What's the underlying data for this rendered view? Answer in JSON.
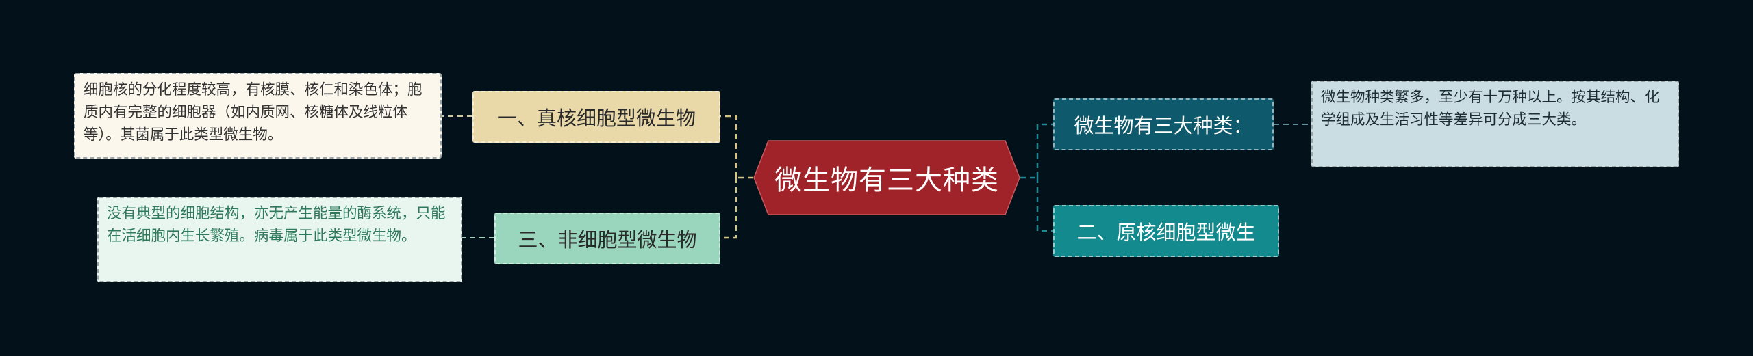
{
  "center": {
    "label": "微生物有三大种类",
    "color": "#a0232a"
  },
  "left_branches": [
    {
      "label": "一、真核细胞型微生物",
      "bg": "#ead9a8",
      "text_color": "#2a2a2a",
      "note": "细胞核的分化程度较高，有核膜、核仁和染色体；胞质内有完整的细胞器（如内质网、核糖体及线粒体等）。其菌属于此类型微生物。",
      "note_bg": "#fbf7ed",
      "note_color": "#333333"
    },
    {
      "label": "三、非细胞型微生物",
      "bg": "#99d6bd",
      "text_color": "#2a2a2a",
      "note": "没有典型的细胞结构，亦无产生能量的酶系统，只能在活细胞内生长繁殖。病毒属于此类型微生物。",
      "note_bg": "#e9f6f0",
      "note_color": "#2f7a5c"
    }
  ],
  "right_branches": [
    {
      "label": "微生物有三大种类：",
      "bg": "#0e5a6c",
      "text_color": "#ffffff",
      "note": "微生物种类繁多，至少有十万种以上。按其结构、化学组成及生活习性等差异可分成三大类。",
      "note_bg": "#c9dde2",
      "note_color": "#1e2e34"
    },
    {
      "label": "二、原核细胞型微生",
      "bg": "#138a8e",
      "text_color": "#ffffff"
    }
  ],
  "link_colors": {
    "left": "#d9c27c",
    "right": "#1f8a96"
  }
}
